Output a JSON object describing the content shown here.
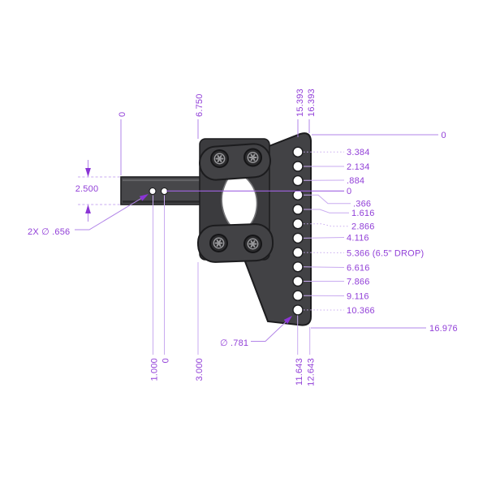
{
  "colors": {
    "background": "#ffffff",
    "body": "#424245",
    "outline": "#1c1c1e",
    "dimension_text": "#9240d8",
    "dimension_line": "#b285e8",
    "arrow": "#8b35d5"
  },
  "dims": {
    "top": {
      "zero": "0",
      "clamp_face": "6.750",
      "hole_column": "15.393",
      "plate_edge": "16.393"
    },
    "top_right_zero": "0",
    "left": {
      "shank_height": "2.500",
      "shank_holes_dia": "2X ∅ .656"
    },
    "right": [
      "3.384",
      "2.134",
      ".884",
      "0",
      ".366",
      "1.616",
      "2.866",
      "4.116",
      "5.366 (6.5\" DROP)",
      "6.616",
      "7.866",
      "9.116",
      "10.366"
    ],
    "bottom_left": [
      "1.000",
      "0",
      "3.000"
    ],
    "bottom_right": [
      "11.643",
      "12.643"
    ],
    "overall_height": "16.976",
    "plate_hole_dia": "∅ .781"
  }
}
